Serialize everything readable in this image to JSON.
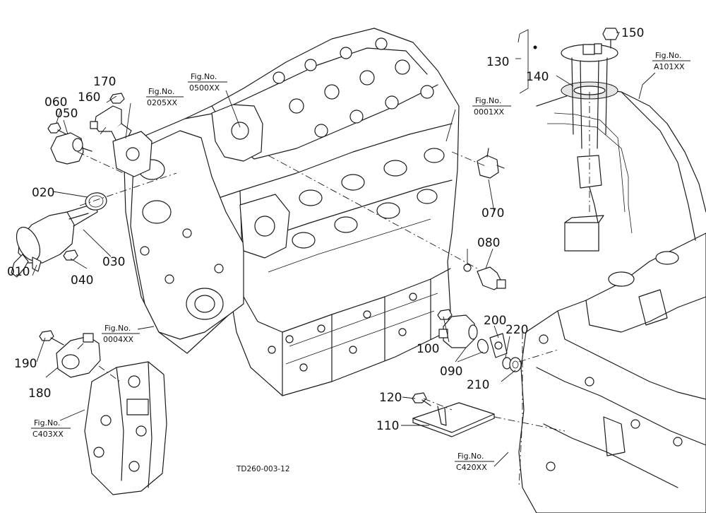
{
  "callouts": [
    {
      "id": "010",
      "label": "010"
    },
    {
      "id": "020",
      "label": "020"
    },
    {
      "id": "030",
      "label": "030"
    },
    {
      "id": "040",
      "label": "040"
    },
    {
      "id": "050",
      "label": "050"
    },
    {
      "id": "060",
      "label": "060"
    },
    {
      "id": "070",
      "label": "070"
    },
    {
      "id": "080",
      "label": "080"
    },
    {
      "id": "090",
      "label": "090"
    },
    {
      "id": "100",
      "label": "100"
    },
    {
      "id": "110",
      "label": "110"
    },
    {
      "id": "120",
      "label": "120"
    },
    {
      "id": "130",
      "label": "130"
    },
    {
      "id": "140",
      "label": "140"
    },
    {
      "id": "150",
      "label": "150"
    },
    {
      "id": "160",
      "label": "160"
    },
    {
      "id": "170",
      "label": "170"
    },
    {
      "id": "180",
      "label": "180"
    },
    {
      "id": "190",
      "label": "190"
    },
    {
      "id": "200",
      "label": "200"
    },
    {
      "id": "210",
      "label": "210"
    },
    {
      "id": "220",
      "label": "220"
    }
  ],
  "fig_refs": [
    {
      "id": "0205",
      "prefix": "Fig.No.",
      "code": "0205XX"
    },
    {
      "id": "0500",
      "prefix": "Fig.No.",
      "code": "0500XX"
    },
    {
      "id": "0001",
      "prefix": "Fig.No.",
      "code": "0001XX"
    },
    {
      "id": "A101",
      "prefix": "Fig.No.",
      "code": "A101XX"
    },
    {
      "id": "0004",
      "prefix": "Fig.No.",
      "code": "0004XX"
    },
    {
      "id": "C403",
      "prefix": "Fig.No.",
      "code": "C403XX"
    },
    {
      "id": "C420",
      "prefix": "Fig.No.",
      "code": "C420XX"
    }
  ],
  "drawing_code": "TD260-003-12",
  "colors": {
    "line": "#1a1a1a",
    "background": "#ffffff"
  }
}
